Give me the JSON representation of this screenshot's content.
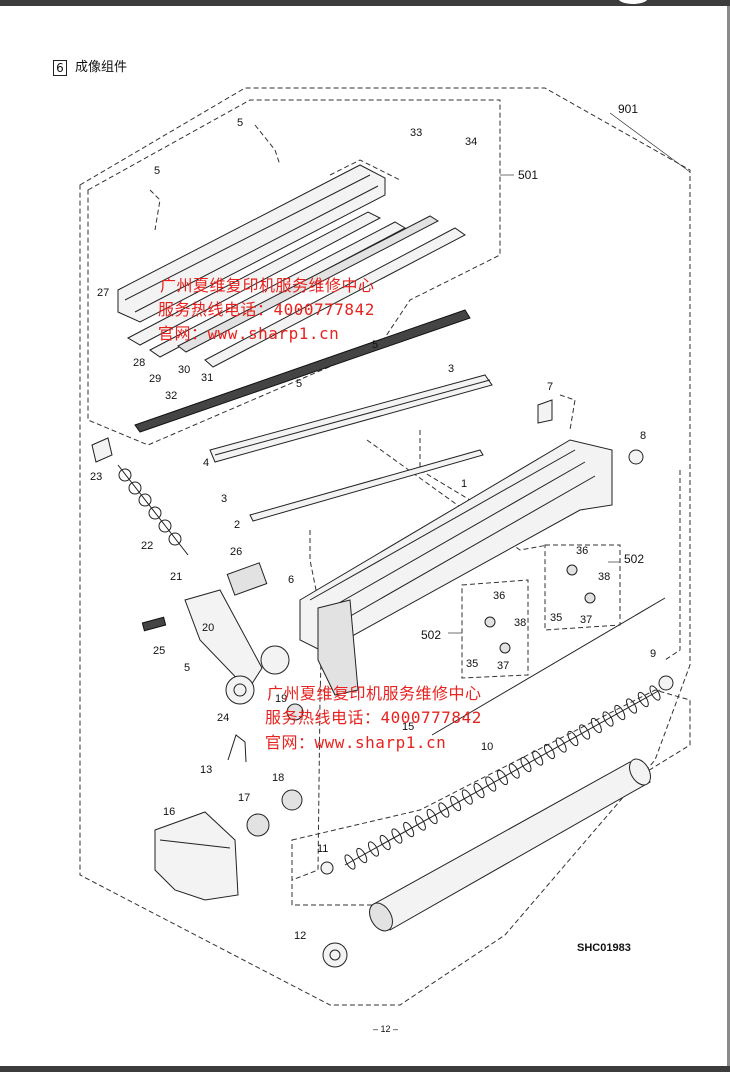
{
  "section": {
    "number": "6",
    "title": "成像组件"
  },
  "callouts": [
    {
      "id": "901",
      "text": "901"
    },
    {
      "id": "501",
      "text": "501"
    },
    {
      "id": "502a",
      "text": "502"
    },
    {
      "id": "502b",
      "text": "502"
    },
    {
      "id": "1",
      "text": "1"
    },
    {
      "id": "2",
      "text": "2"
    },
    {
      "id": "3a",
      "text": "3"
    },
    {
      "id": "3b",
      "text": "3"
    },
    {
      "id": "4",
      "text": "4"
    },
    {
      "id": "5a",
      "text": "5"
    },
    {
      "id": "5b",
      "text": "5"
    },
    {
      "id": "5c",
      "text": "5"
    },
    {
      "id": "5d",
      "text": "5"
    },
    {
      "id": "5e",
      "text": "5"
    },
    {
      "id": "6",
      "text": "6"
    },
    {
      "id": "7",
      "text": "7"
    },
    {
      "id": "8",
      "text": "8"
    },
    {
      "id": "9",
      "text": "9"
    },
    {
      "id": "10",
      "text": "10"
    },
    {
      "id": "11",
      "text": "11"
    },
    {
      "id": "12",
      "text": "12"
    },
    {
      "id": "13",
      "text": "13"
    },
    {
      "id": "15",
      "text": "15"
    },
    {
      "id": "16",
      "text": "16"
    },
    {
      "id": "17",
      "text": "17"
    },
    {
      "id": "18",
      "text": "18"
    },
    {
      "id": "19",
      "text": "19"
    },
    {
      "id": "20",
      "text": "20"
    },
    {
      "id": "21",
      "text": "21"
    },
    {
      "id": "22",
      "text": "22"
    },
    {
      "id": "23",
      "text": "23"
    },
    {
      "id": "24",
      "text": "24"
    },
    {
      "id": "25",
      "text": "25"
    },
    {
      "id": "26",
      "text": "26"
    },
    {
      "id": "27",
      "text": "27"
    },
    {
      "id": "28",
      "text": "28"
    },
    {
      "id": "29",
      "text": "29"
    },
    {
      "id": "30",
      "text": "30"
    },
    {
      "id": "31",
      "text": "31"
    },
    {
      "id": "32",
      "text": "32"
    },
    {
      "id": "33",
      "text": "33"
    },
    {
      "id": "34",
      "text": "34"
    },
    {
      "id": "35a",
      "text": "35"
    },
    {
      "id": "35b",
      "text": "35"
    },
    {
      "id": "36a",
      "text": "36"
    },
    {
      "id": "36b",
      "text": "36"
    },
    {
      "id": "37a",
      "text": "37"
    },
    {
      "id": "37b",
      "text": "37"
    },
    {
      "id": "38a",
      "text": "38"
    },
    {
      "id": "38b",
      "text": "38"
    }
  ],
  "watermark_upper": {
    "line1": "广州夏维复印机服务维修中心",
    "line2": "服务热线电话：4000777842",
    "line3": "官网：www.sharp1.cn"
  },
  "watermark_lower": {
    "line1": "广州夏维复印机服务维修中心",
    "line2": "服务热线电话：4000777842",
    "line3": "官网：www.sharp1.cn"
  },
  "drawing_code": "SHC01983",
  "page_number": "– 12 –",
  "colors": {
    "watermark": "#e8231f",
    "line": "#333333"
  }
}
